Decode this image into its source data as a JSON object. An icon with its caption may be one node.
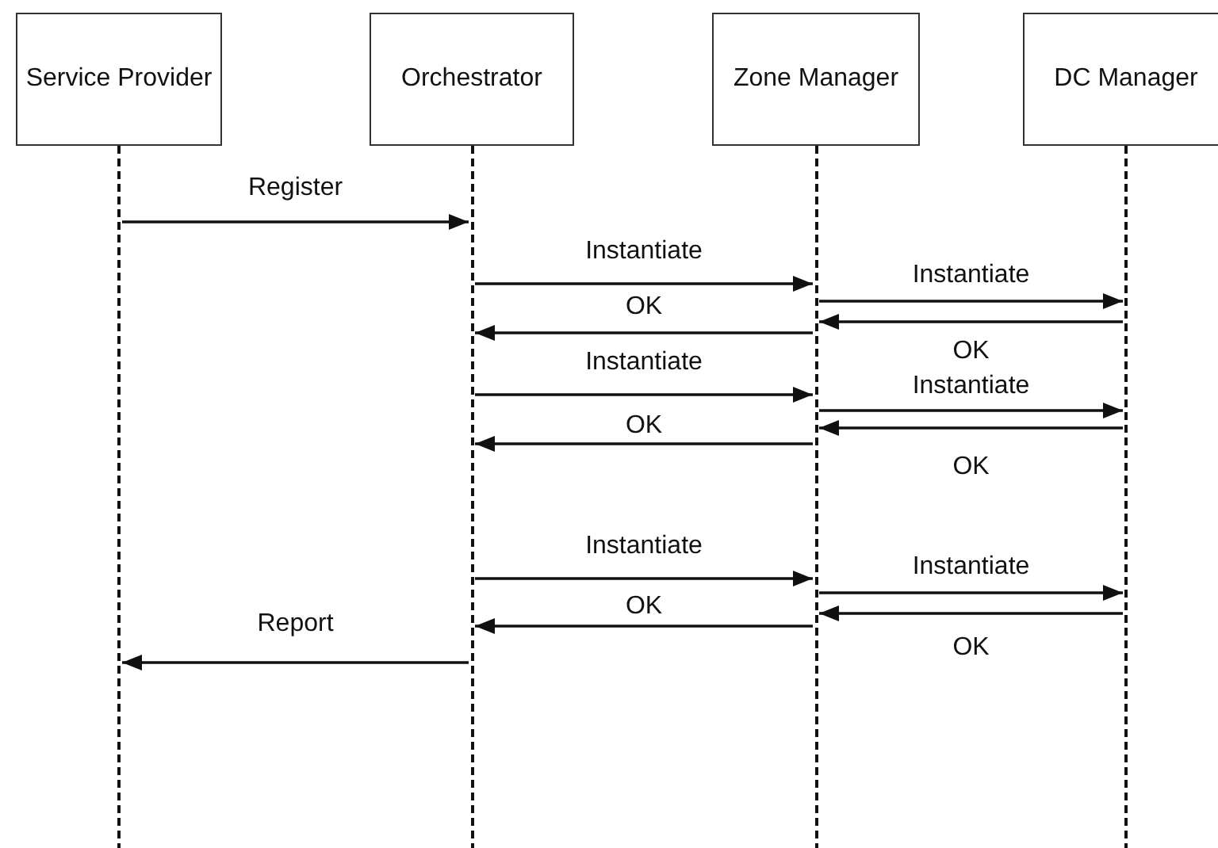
{
  "diagram": {
    "nodes": [
      {
        "text": [
          "Service Provider"
        ]
      },
      {
        "text": [
          "Orchestrator"
        ]
      },
      {
        "text": [
          "Zone Manager"
        ]
      },
      {
        "text": [
          "DC Manager"
        ]
      }
    ],
    "edges": [
      {
        "from": 0,
        "to": 1,
        "arrow": "to",
        "label": "Register"
      },
      {
        "from": 1,
        "to": 2,
        "arrow": "to",
        "label": "Instantiate"
      },
      {
        "from": 2,
        "to": 3,
        "arrow": "to",
        "label": "Instantiate"
      },
      {
        "from": 3,
        "to": 2,
        "arrow": "to",
        "label": "OK"
      },
      {
        "from": 2,
        "to": 1,
        "arrow": "to",
        "label": "OK"
      },
      {
        "from": 1,
        "to": 2,
        "arrow": "to",
        "label": "Instantiate"
      },
      {
        "from": 2,
        "to": 3,
        "arrow": "to",
        "label": "Instantiate"
      },
      {
        "from": 3,
        "to": 2,
        "arrow": "to",
        "label": "OK"
      },
      {
        "from": 2,
        "to": 1,
        "arrow": "to",
        "label": "OK"
      },
      {
        "from": 1,
        "to": 2,
        "arrow": "to",
        "label": "Instantiate"
      },
      {
        "from": 2,
        "to": 3,
        "arrow": "to",
        "label": "Instantiate"
      },
      {
        "from": 3,
        "to": 2,
        "arrow": "to",
        "label": "OK"
      },
      {
        "from": 2,
        "to": 1,
        "arrow": "to",
        "label": "OK"
      },
      {
        "from": 1,
        "to": 0,
        "arrow": "to",
        "label": "Report"
      }
    ]
  }
}
